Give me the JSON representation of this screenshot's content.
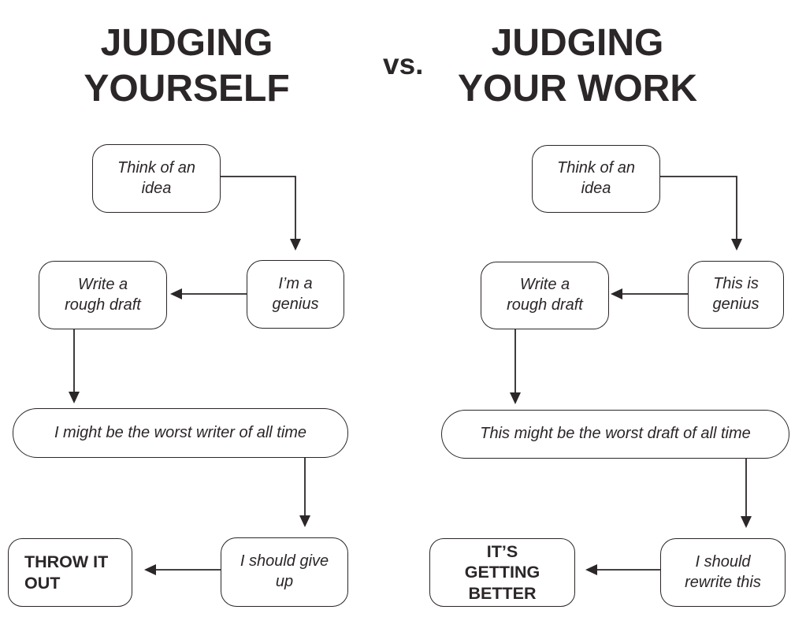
{
  "page": {
    "background": "#ffffff",
    "ink_color": "#2b2627"
  },
  "header": {
    "left_title": "JUDGING YOURSELF",
    "vs_label": "vs.",
    "right_title": "JUDGING YOUR WORK"
  },
  "left_flow": {
    "idea": "Think of an idea",
    "genius": "I’m a genius",
    "draft": "Write a rough draft",
    "worst": "I might be the worst writer of all time",
    "despair": "I should give up",
    "outcome": "THROW IT OUT"
  },
  "right_flow": {
    "idea": "Think of an idea",
    "genius": "This is genius",
    "draft": "Write a rough draft",
    "worst": "This might be the worst draft of all time",
    "despair": "I should rewrite this",
    "outcome": "IT’S GETTING BETTER"
  }
}
